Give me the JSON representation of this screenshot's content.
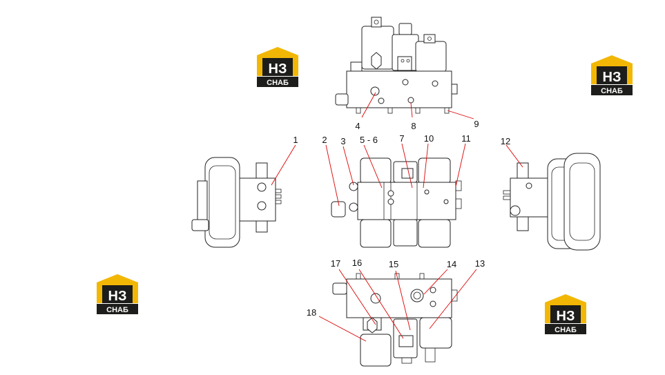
{
  "callouts": [
    {
      "id": "4",
      "label": "4"
    },
    {
      "id": "8",
      "label": "8"
    },
    {
      "id": "9",
      "label": "9"
    },
    {
      "id": "1",
      "label": "1"
    },
    {
      "id": "2",
      "label": "2"
    },
    {
      "id": "3",
      "label": "3"
    },
    {
      "id": "5-6",
      "label": "5 - 6"
    },
    {
      "id": "7",
      "label": "7"
    },
    {
      "id": "10",
      "label": "10"
    },
    {
      "id": "11",
      "label": "11"
    },
    {
      "id": "12",
      "label": "12"
    },
    {
      "id": "17",
      "label": "17"
    },
    {
      "id": "16",
      "label": "16"
    },
    {
      "id": "15",
      "label": "15"
    },
    {
      "id": "14",
      "label": "14"
    },
    {
      "id": "13",
      "label": "13"
    },
    {
      "id": "18",
      "label": "18"
    }
  ],
  "logo": {
    "top_text": "НЗ",
    "bottom_text": "СНАБ",
    "colors": {
      "roof": "#f2b705",
      "dark": "#1d1d1b",
      "text_light": "#ffffff"
    }
  },
  "colors": {
    "leader": "#dd0000",
    "line": "#222222",
    "background": "#ffffff"
  }
}
